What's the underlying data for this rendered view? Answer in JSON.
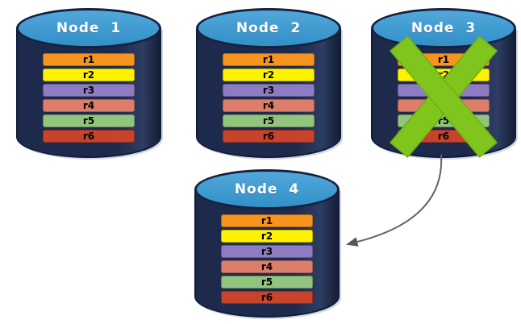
{
  "diagram_type": "database-replication-failover",
  "background": "#FFFFFF",
  "cylinder_colors": {
    "body": "#1D2A4C",
    "body_border": "#0F1B38",
    "top_fill": "#3599D4",
    "top_border": "#15223F",
    "title_text": "#FFFFFF"
  },
  "nodes": [
    {
      "name": "Node 1",
      "status": "healthy",
      "replicas": [
        {
          "label": "r1",
          "color": "#F7941E"
        },
        {
          "label": "r2",
          "color": "#FFF200"
        },
        {
          "label": "r3",
          "color": "#8E7CC3"
        },
        {
          "label": "r4",
          "color": "#DD7E6B"
        },
        {
          "label": "r5",
          "color": "#93C47D"
        },
        {
          "label": "r6",
          "color": "#C8432B"
        }
      ]
    },
    {
      "name": "Node 2",
      "status": "healthy",
      "replicas": [
        {
          "label": "r1",
          "color": "#F7941E"
        },
        {
          "label": "r2",
          "color": "#FFF200"
        },
        {
          "label": "r3",
          "color": "#8E7CC3"
        },
        {
          "label": "r4",
          "color": "#DD7E6B"
        },
        {
          "label": "r5",
          "color": "#93C47D"
        },
        {
          "label": "r6",
          "color": "#C8432B"
        }
      ]
    },
    {
      "name": "Node 3",
      "status": "failed",
      "replicas": [
        {
          "label": "r1",
          "color": "#F7941E"
        },
        {
          "label": "r2",
          "color": "#FFF200"
        },
        {
          "label": "r3",
          "color": "#8E7CC3"
        },
        {
          "label": "r4",
          "color": "#DD7E6B"
        },
        {
          "label": "r5",
          "color": "#93C47D"
        },
        {
          "label": "r6",
          "color": "#C8432B"
        }
      ]
    },
    {
      "name": "Node 4",
      "status": "healthy",
      "replicas": [
        {
          "label": "r1",
          "color": "#F7941E"
        },
        {
          "label": "r2",
          "color": "#FFF200"
        },
        {
          "label": "r3",
          "color": "#8E7CC3"
        },
        {
          "label": "r4",
          "color": "#DD7E6B"
        },
        {
          "label": "r5",
          "color": "#93C47D"
        },
        {
          "label": "r6",
          "color": "#C8432B"
        }
      ]
    }
  ],
  "failure_mark": {
    "node": "Node 3",
    "shape": "x-cross",
    "color": "#80C41E",
    "edge_color": "#6FAF14"
  },
  "arrow": {
    "from": "Node 3",
    "to": "Node 4",
    "color": "#646464",
    "head_color": "#55565B"
  }
}
